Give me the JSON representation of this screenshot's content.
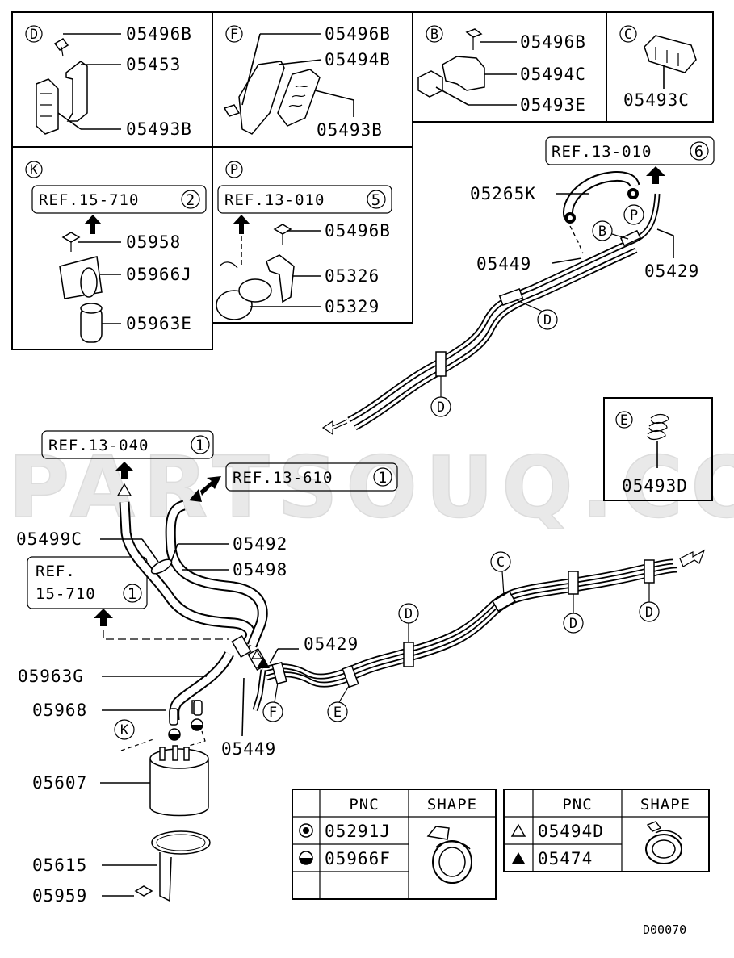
{
  "watermark": "PARTSOUQ.COM",
  "diagram_code": "D00070",
  "detail_boxes": {
    "D": {
      "letter": "D",
      "parts": [
        "05496B",
        "05453",
        "05493B"
      ]
    },
    "F": {
      "letter": "F",
      "parts": [
        "05496B",
        "05494B",
        "05493B"
      ]
    },
    "B": {
      "letter": "B",
      "parts": [
        "05496B",
        "05494C",
        "05493E"
      ]
    },
    "C": {
      "letter": "C",
      "parts": [
        "05493C"
      ]
    },
    "K": {
      "letter": "K",
      "ref": "REF.15-710",
      "ref_num": "2",
      "parts": [
        "05958",
        "05966J",
        "05963E"
      ]
    },
    "P": {
      "letter": "P",
      "ref": "REF.13-010",
      "ref_num": "5",
      "parts": [
        "05496B",
        "05326",
        "05329"
      ]
    },
    "E": {
      "letter": "E",
      "parts": [
        "05493D"
      ]
    }
  },
  "upper": {
    "ref": "REF.13-010",
    "ref_num": "6",
    "labels": [
      "05265K",
      "05449",
      "05429"
    ],
    "callouts": [
      "P",
      "B",
      "D",
      "D"
    ]
  },
  "lower": {
    "ref_top": "REF.13-040",
    "ref_top_num": "1",
    "ref_mid": "REF.13-610",
    "ref_mid_num": "1",
    "ref_left_line1": "REF.",
    "ref_left_line2": "15-710",
    "ref_left_num": "1",
    "labels": {
      "l05499C": "05499C",
      "l05492": "05492",
      "l05498": "05498",
      "l05429": "05429",
      "l05963G": "05963G",
      "l05968": "05968",
      "l05449": "05449",
      "l05607": "05607",
      "l05615": "05615",
      "l05959": "05959"
    },
    "callouts": [
      "C",
      "D",
      "D",
      "D",
      "F",
      "E",
      "K"
    ]
  },
  "legend_left": {
    "headers": [
      "PNC",
      "SHAPE"
    ],
    "rows": [
      {
        "symbol": "ring-dot",
        "pnc": "05291J"
      },
      {
        "symbol": "half-filled-circle",
        "pnc": "05966F"
      }
    ]
  },
  "legend_right": {
    "headers": [
      "PNC",
      "SHAPE"
    ],
    "rows": [
      {
        "symbol": "open-triangle",
        "pnc": "05494D"
      },
      {
        "symbol": "filled-triangle",
        "pnc": "05474"
      }
    ]
  }
}
